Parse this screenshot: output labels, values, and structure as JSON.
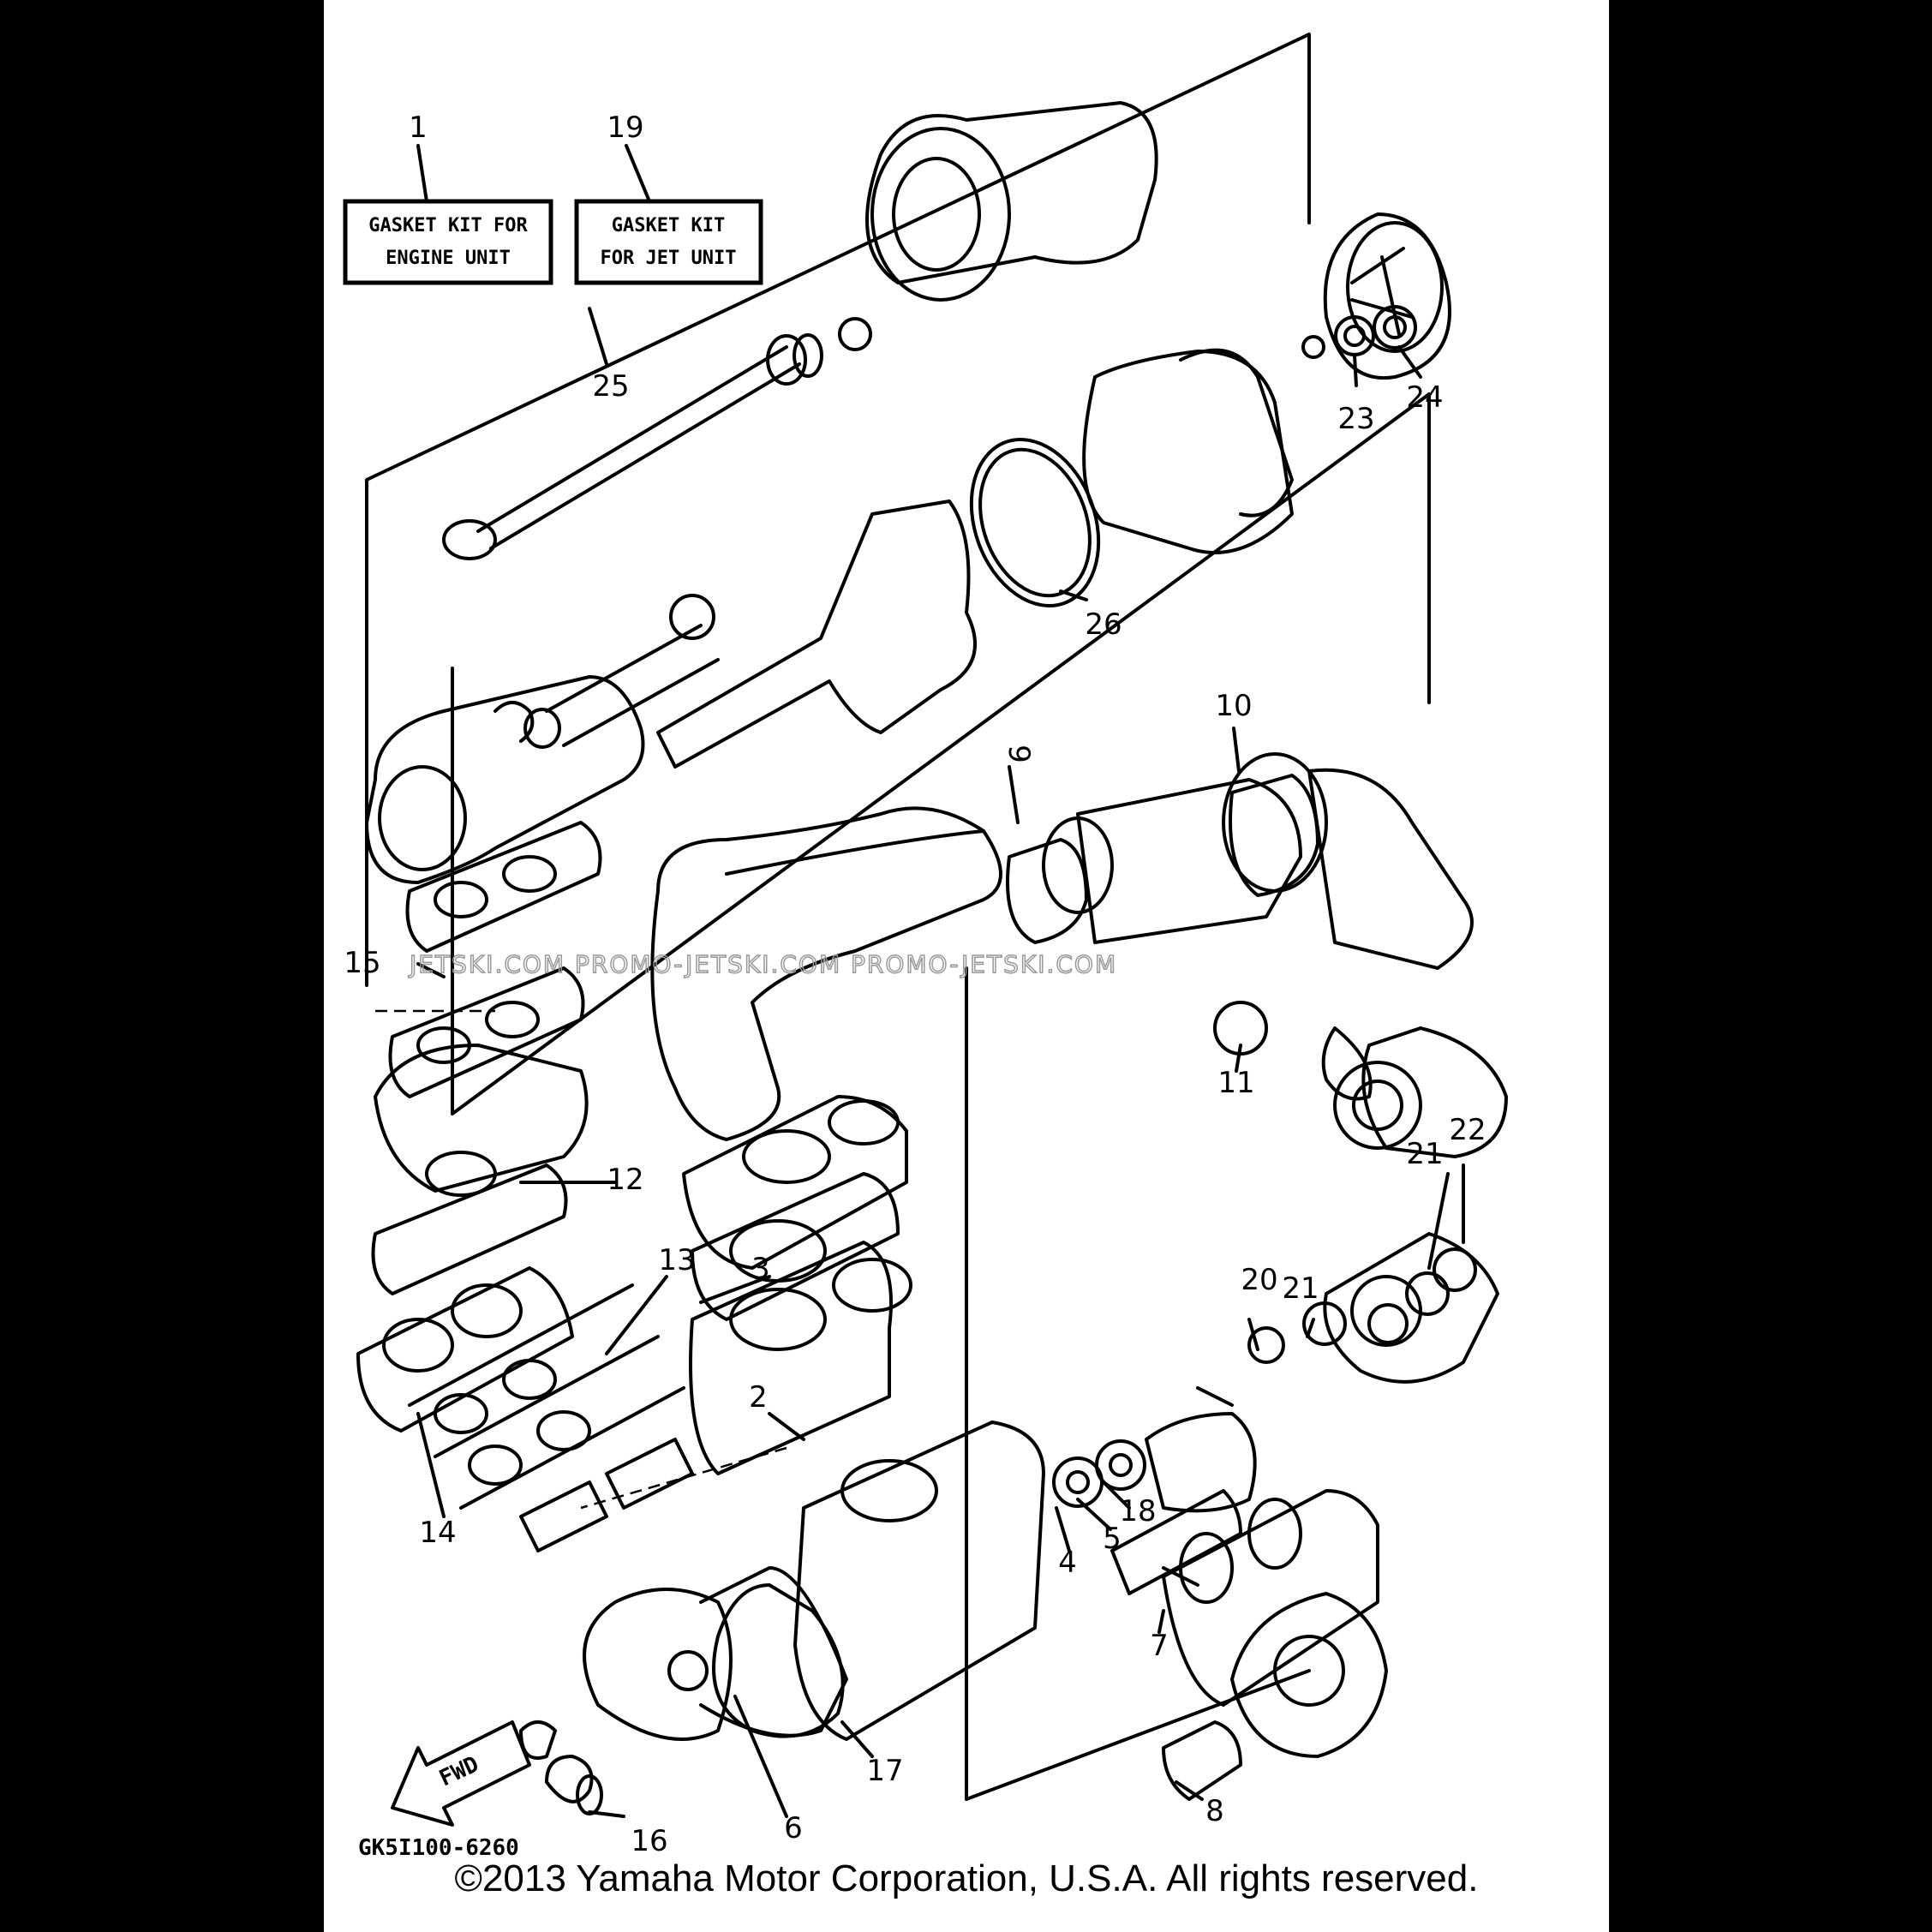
{
  "kits": [
    {
      "line1": "GASKET KIT FOR",
      "line2": "ENGINE UNIT"
    },
    {
      "line1": "GASKET KIT",
      "line2": "FOR JET UNIT"
    }
  ],
  "callouts": [
    "1",
    "19",
    "25",
    "23",
    "24",
    "26",
    "10",
    "9",
    "15",
    "11",
    "22",
    "21",
    "12",
    "13",
    "3",
    "21",
    "20",
    "2",
    "18",
    "5",
    "4",
    "14",
    "7",
    "17",
    "8",
    "6",
    "16"
  ],
  "fwd_label": "FWD",
  "diagram_code": "GK5I100-6260",
  "watermark": "JETSKI.COM   PROMO-JETSKI.COM   PROMO-JETSKI.COM",
  "copyright": "©2013 Yamaha Motor Corporation, U.S.A. All rights reserved."
}
